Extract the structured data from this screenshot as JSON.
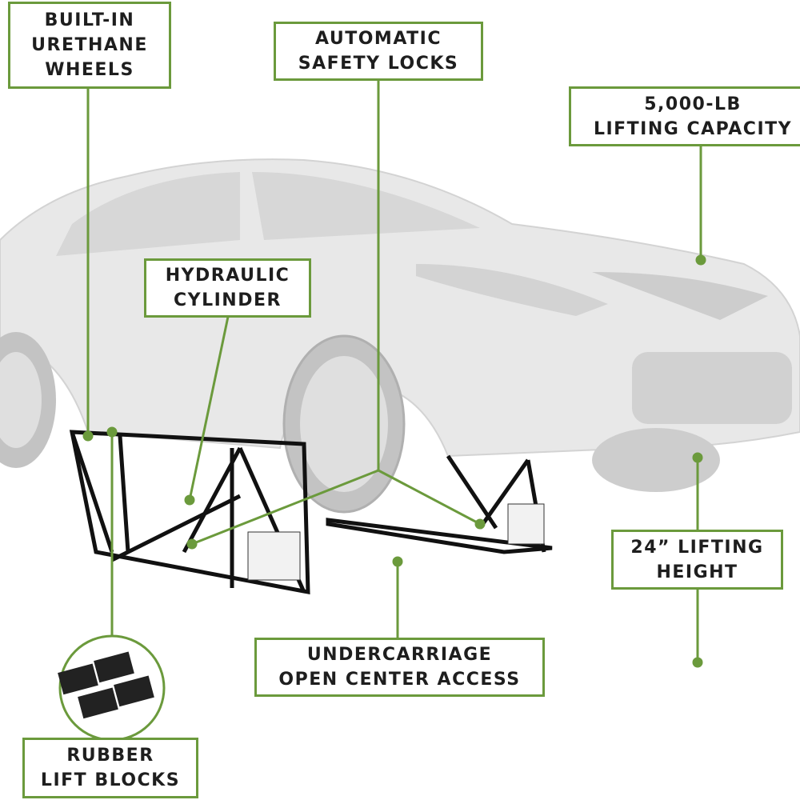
{
  "callouts": {
    "wheels": [
      "BUILT-IN",
      "URETHANE",
      "WHEELS"
    ],
    "locks": [
      "AUTOMATIC",
      "SAFETY LOCKS"
    ],
    "capacity": [
      "5,000-LB",
      "LIFTING CAPACITY"
    ],
    "cylinder": [
      "HYDRAULIC",
      "CYLINDER"
    ],
    "height": [
      "24” LIFTING",
      "HEIGHT"
    ],
    "undercarriage": [
      "UNDERCARRIAGE",
      "OPEN CENTER ACCESS"
    ],
    "blocks": [
      "RUBBER",
      "LIFT BLOCKS"
    ]
  },
  "colors": {
    "accent": "#6b9a3c",
    "car": "#e4e4e4",
    "frame": "#111111"
  }
}
